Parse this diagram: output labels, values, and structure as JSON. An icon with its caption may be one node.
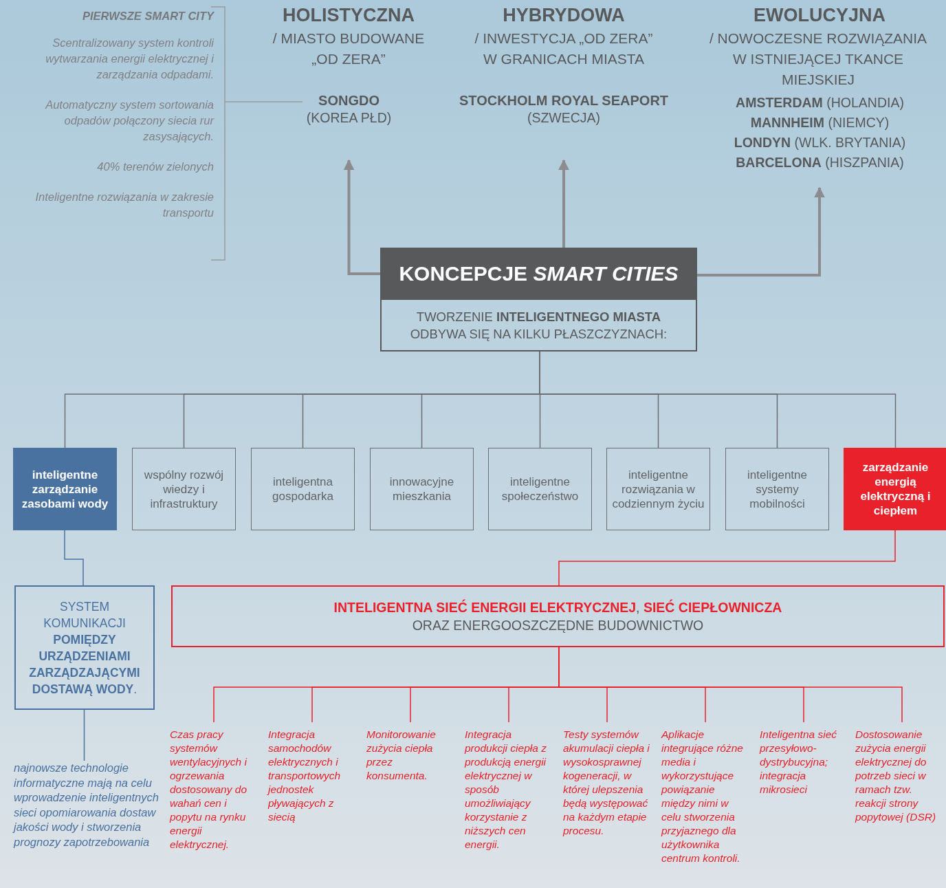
{
  "diagram": {
    "nodes": [
      {
        "text": [
          "PIERWSZE SMART CITY",
          "Scentralizowany system kontroli wytwarzania energii elektrycznej i zarządzania odpadami.",
          "Automatyczny system sortowania odpadów połączony siecia rur zasysających.",
          "40% terenów zielonych",
          "Inteligentne rozwiązania w zakresie transportu"
        ]
      },
      {
        "text": [
          "SONGDO",
          "(KOREA PŁD)"
        ]
      },
      {
        "text": [
          "STOCKHOLM ROYAL SEAPORT",
          "(SZWECJA)"
        ]
      },
      {
        "text": [
          "**AMSTERDAM** (HOLANDIA)",
          "**MANNHEIM** (NIEMCY)",
          "**LONDYN** (WLK. BRYTANIA)",
          "**BARCELONA** (HISZPANIA)"
        ]
      },
      {
        "text": [
          "KONCEPCJE *SMART CITIES*",
          "TWORZENIE **INTELIGENTNEGO MIASTA** ODBYWA SIĘ NA KILKU PŁASZCZYZNACH:"
        ]
      },
      {
        "text": [
          "inteligentne zarządzanie zasobami wody"
        ]
      },
      {
        "text": [
          "wspólny rozwój wiedzy i infrastruktury"
        ]
      },
      {
        "text": [
          "inteligentna gospodarka"
        ]
      },
      {
        "text": [
          "innowacyjne mieszkania"
        ]
      },
      {
        "text": [
          "inteligentne społeczeństwo"
        ]
      },
      {
        "text": [
          "inteligentne rozwiązania w codziennym życiu"
        ]
      },
      {
        "text": [
          "inteligentne systemy mobilności"
        ]
      },
      {
        "text": [
          "zarządzanie energią elektryczną i ciepłem"
        ]
      },
      {
        "text": [
          "SYSTEM KOMUNIKACJI **POMIĘDZY URZĄDZENIAMI ZARZĄDZAJĄCYMI DOSTAWĄ WODY**."
        ]
      },
      {
        "text": [
          "**INTELIGENTNA SIEĆ ENERGII ELEKTRYCZNEJ**, **SIEĆ CIEPŁOWNICZA** ORAZ ENERGOOSZCZĘDNE BUDOWNICTWO"
        ]
      },
      {
        "text": [
          "najnowsze technologie informatyczne mają na celu wprowadzenie inteligentnych sieci opomiarowania dostaw jakości wody i stworzenia prognozy zapotrzebowania"
        ]
      },
      {
        "text": [
          "Czas pracy systemów wentylacyjnych i ogrzewania dostosowany do wahań cen i popytu na rynku energii elektrycznej."
        ]
      },
      {
        "text": [
          "Integracja samochodów elektrycznych i transportowych jednostek pływających z siecią"
        ]
      },
      {
        "text": [
          "Monitorowanie zużycia ciepła przez konsumenta."
        ]
      },
      {
        "text": [
          "Integracja produkcji ciepła z produkcją energii elektrycznej w sposób umożliwiający korzystanie z niższych cen energii."
        ]
      },
      {
        "text": [
          "Testy systemów akumulacji ciepła i wysokosprawnej kogeneracji, w której ulepszenia będą występować na każdym etapie procesu."
        ]
      },
      {
        "text": [
          "Aplikacje integrujące różne media i wykorzystujące powiązanie między nimi w celu stworzenia przyjaznego dla użytkownika centrum kontroli."
        ]
      },
      {
        "text": [
          "Inteligentna sieć przesyłowo-dystrybucyjna; integracja mikrosieci"
        ]
      },
      {
        "text": [
          "Dostosowanie zużycia energii elektrycznej do potrzeb sieci w ramach tzw. reakcji strony popytowej (DSR)"
        ]
      }
    ],
    "edges": [
      {
        "from": 0,
        "to": 1,
        "arrow": "none",
        "color": "#9a9a9a"
      },
      {
        "from": 4,
        "to": 1,
        "arrow": "to",
        "style": "thick",
        "color": "#8c8c8e"
      },
      {
        "from": 4,
        "to": 2,
        "arrow": "to",
        "style": "thick",
        "color": "#8c8c8e"
      },
      {
        "from": 4,
        "to": 3,
        "arrow": "to",
        "style": "thick",
        "color": "#8c8c8e"
      },
      {
        "from": 4,
        "to": 5,
        "arrow": "none",
        "color": "#6d6e70"
      },
      {
        "from": 4,
        "to": 6,
        "arrow": "none",
        "color": "#6d6e70"
      },
      {
        "from": 4,
        "to": 7,
        "arrow": "none",
        "color": "#6d6e70"
      },
      {
        "from": 4,
        "to": 8,
        "arrow": "none",
        "color": "#6d6e70"
      },
      {
        "from": 4,
        "to": 9,
        "arrow": "none",
        "color": "#6d6e70"
      },
      {
        "from": 4,
        "to": 10,
        "arrow": "none",
        "color": "#6d6e70"
      },
      {
        "from": 4,
        "to": 11,
        "arrow": "none",
        "color": "#6d6e70"
      },
      {
        "from": 4,
        "to": 12,
        "arrow": "none",
        "color": "#6d6e70"
      },
      {
        "from": 5,
        "to": 13,
        "arrow": "none",
        "color": "#4a72a0"
      },
      {
        "from": 13,
        "to": 15,
        "arrow": "none",
        "color": "#4a72a0"
      },
      {
        "from": 12,
        "to": 14,
        "arrow": "none"
      },
      {
        "from": 14,
        "to": 16,
        "arrow": "none"
      },
      {
        "from": 14,
        "to": 17,
        "arrow": "none"
      },
      {
        "from": 14,
        "to": 18,
        "arrow": "none"
      },
      {
        "from": 14,
        "to": 19,
        "arrow": "none"
      },
      {
        "from": 14,
        "to": 20,
        "arrow": "none"
      },
      {
        "from": 14,
        "to": 21,
        "arrow": "none"
      },
      {
        "from": 14,
        "to": 22,
        "arrow": "none"
      },
      {
        "from": 14,
        "to": 23,
        "arrow": "none"
      }
    ],
    "labels": [
      "HOLISTYCZNA",
      "/ MIASTO BUDOWANE „OD ZERA”",
      "HYBRYDOWA",
      "/ INWESTYCJA „OD ZERA” W GRANICACH MIASTA",
      "EWOLUCYJNA",
      "/ NOWOCZESNE ROZWIĄZANIA W ISTNIEJĄCEJ TKANCE MIEJSKIEJ"
    ]
  }
}
